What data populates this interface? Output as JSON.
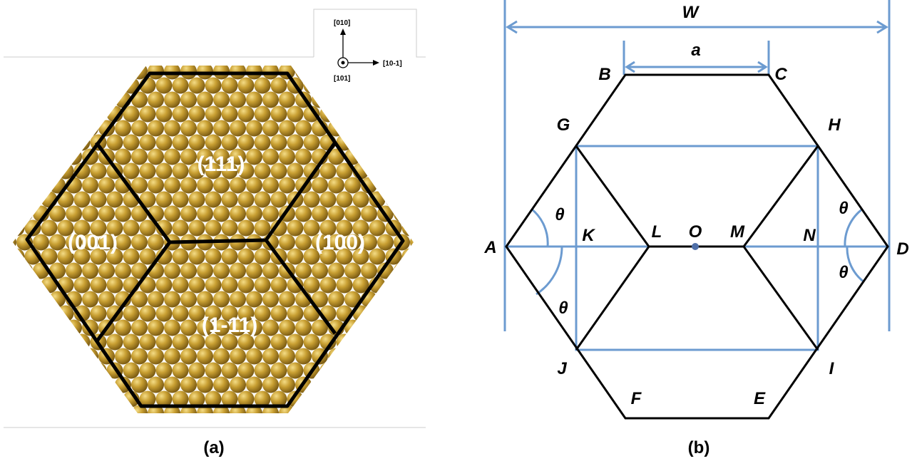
{
  "panel_a": {
    "faces": [
      "(111)",
      "(001)",
      "(100)",
      "(1-11)"
    ],
    "axes": {
      "up": "[010]",
      "right": "[10-1]",
      "out": "[101]"
    },
    "caption": "(a)"
  },
  "panel_b": {
    "width_label": "W",
    "edge_label": "a",
    "angle_label": "θ",
    "points": [
      "A",
      "B",
      "C",
      "D",
      "E",
      "F",
      "G",
      "H",
      "I",
      "J",
      "K",
      "L",
      "M",
      "N",
      "O"
    ],
    "caption": "(b)"
  }
}
